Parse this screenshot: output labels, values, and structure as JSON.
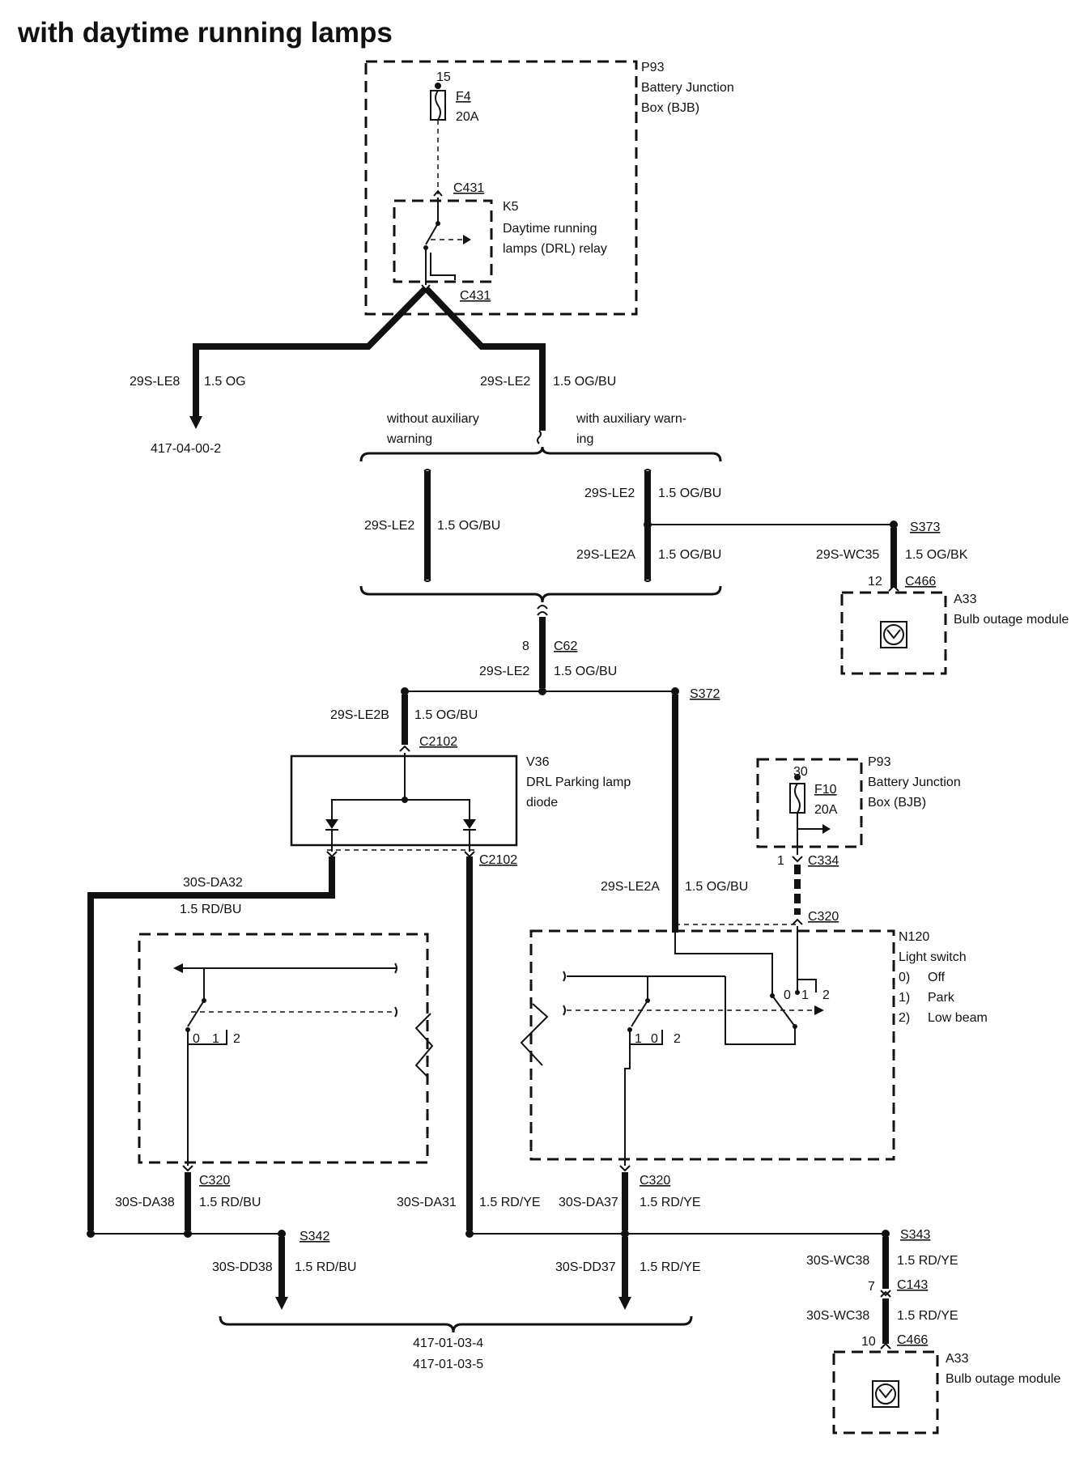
{
  "title": "with daytime running lamps",
  "components": {
    "p93_top": {
      "id": "P93",
      "line1": "Battery Junction",
      "line2": "Box (BJB)"
    },
    "f4": {
      "pin": "15",
      "name": "F4",
      "rating": "20A"
    },
    "k5": {
      "id": "K5",
      "line1": "Daytime running",
      "line2": "lamps (DRL) relay"
    },
    "c431_top": "C431",
    "c431_bottom": "C431",
    "v36": {
      "id": "V36",
      "line1": "DRL Parking lamp",
      "line2": "diode"
    },
    "c2102_top": "C2102",
    "c2102_bottom": "C2102",
    "p93_right": {
      "id": "P93",
      "line1": "Battery Junction",
      "line2": "Box (BJB)"
    },
    "f10": {
      "pin": "30",
      "name": "F10",
      "rating": "20A"
    },
    "a33_top": {
      "id": "A33",
      "label": "Bulb outage module"
    },
    "a33_bottom": {
      "id": "A33",
      "label": "Bulb outage module"
    },
    "n120": {
      "id": "N120",
      "label": "Light switch",
      "pos0": "0)",
      "pos0_label": "Off",
      "pos1": "1)",
      "pos1_label": "Park",
      "pos2": "2)",
      "pos2_label": "Low beam"
    }
  },
  "wires": {
    "le8": {
      "circuit": "29S-LE8",
      "spec": "1.5 OG",
      "ref": "417-04-00-2"
    },
    "le2_top": {
      "circuit": "29S-LE2",
      "spec": "1.5 OG/BU"
    },
    "option_left": {
      "line1": "without auxiliary",
      "line2": "warning"
    },
    "option_right": {
      "line1": "with auxiliary warn-",
      "line2": "ing"
    },
    "le2_left": {
      "circuit": "29S-LE2",
      "spec": "1.5 OG/BU"
    },
    "le2_right": {
      "circuit": "29S-LE2",
      "spec": "1.5 OG/BU"
    },
    "le2a_right": {
      "circuit": "29S-LE2A",
      "spec": "1.5 OG/BU"
    },
    "s373": "S373",
    "wc35": {
      "circuit": "29S-WC35",
      "spec": "1.5 OG/BK"
    },
    "c466_top": {
      "pin": "12",
      "name": "C466"
    },
    "c62": {
      "pin": "8",
      "name": "C62"
    },
    "le2_mid": {
      "circuit": "29S-LE2",
      "spec": "1.5 OG/BU"
    },
    "s372": "S372",
    "le2b": {
      "circuit": "29S-LE2B",
      "spec": "1.5 OG/BU"
    },
    "da32": {
      "circuit": "30S-DA32",
      "spec": "1.5 RD/BU"
    },
    "le2a_lower": {
      "circuit": "29S-LE2A",
      "spec": "1.5 OG/BU"
    },
    "c334": {
      "pin": "1",
      "name": "C334"
    },
    "c320_right": "C320",
    "c320_left": "C320",
    "da38": {
      "circuit": "30S-DA38",
      "spec": "1.5 RD/BU"
    },
    "da31": {
      "circuit": "30S-DA31",
      "spec": "1.5 RD/YE"
    },
    "c320_mid": "C320",
    "da37": {
      "circuit": "30S-DA37",
      "spec": "1.5 RD/YE"
    },
    "s342": "S342",
    "s343": "S343",
    "dd38": {
      "circuit": "30S-DD38",
      "spec": "1.5 RD/BU"
    },
    "dd37": {
      "circuit": "30S-DD37",
      "spec": "1.5 RD/YE"
    },
    "wc38_a": {
      "circuit": "30S-WC38",
      "spec": "1.5 RD/YE"
    },
    "c143": {
      "pin": "7",
      "name": "C143"
    },
    "wc38_b": {
      "circuit": "30S-WC38",
      "spec": "1.5 RD/YE"
    },
    "c466_bottom": {
      "pin": "10",
      "name": "C466"
    },
    "ref_bottom_1": "417-01-03-4",
    "ref_bottom_2": "417-01-03-5"
  },
  "switch_positions": {
    "left": {
      "a": "0",
      "b": "1",
      "c": "2"
    },
    "mid": {
      "a": "1",
      "b": "0",
      "c": "2"
    },
    "right": {
      "a": "0",
      "b": "1",
      "c": "2"
    }
  }
}
